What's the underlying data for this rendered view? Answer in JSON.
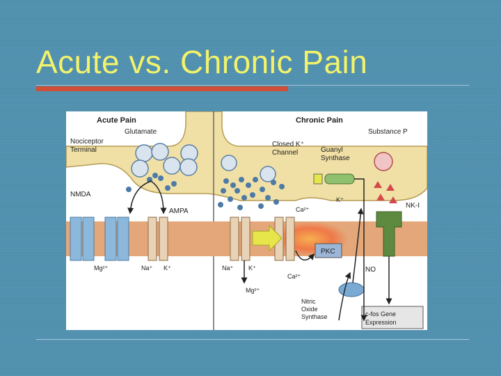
{
  "slide": {
    "title": "Acute vs. Chronic Pain"
  },
  "figure": {
    "acute": {
      "heading": "Acute Pain",
      "glutamate": "Glutamate",
      "nociceptor_line1": "Nociceptor",
      "nociceptor_line2": "Terminal",
      "nmda": "NMDA",
      "ampa": "AMPA",
      "mg": "Mg²⁺",
      "na": "Na⁺",
      "k": "K⁺"
    },
    "chronic": {
      "heading": "Chronic Pain",
      "substance_p": "Substance P",
      "closed_k_line1": "Closed K⁺",
      "closed_k_line2": "Channel",
      "guanyl_line1": "Guanyl",
      "guanyl_line2": "Synthase",
      "k_plus": "K⁺",
      "ca_top": "Ca²⁺",
      "nk1": "NK-I",
      "pkc": "PKC",
      "no": "NO",
      "na": "Na⁺",
      "k": "K⁺",
      "ca_bottom": "Ca²⁺",
      "mg": "Mg²⁺",
      "nos_line1": "Nitric",
      "nos_line2": "Oxide",
      "nos_line3": "Synthase",
      "cfos_line1": "c-fos Gene",
      "cfos_line2": "Expression"
    },
    "colors": {
      "terminal": "#f0e0a6",
      "membrane": "#e3a779",
      "nmda": "#8cb8dc",
      "pkc": "#9bb6d6",
      "nk1": "#5d8a3f",
      "guanyl": "#8fc06e",
      "arrow": "#e6e64a",
      "glow": "#f07848"
    }
  }
}
